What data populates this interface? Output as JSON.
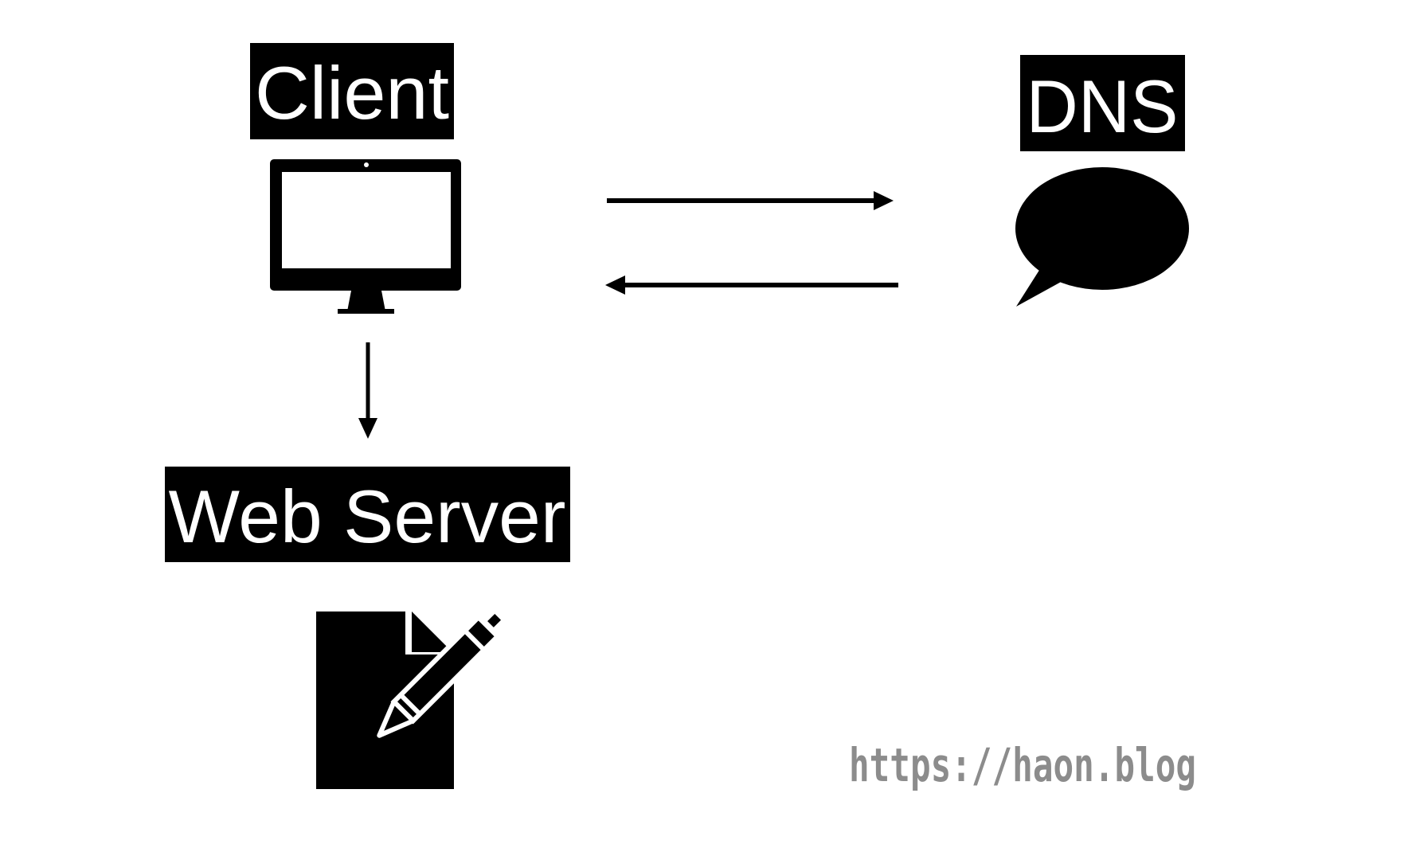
{
  "nodes": {
    "client": {
      "label": "Client",
      "icon": "monitor-icon"
    },
    "dns": {
      "label": "DNS",
      "icon": "speech-bubble-icon"
    },
    "web_server": {
      "label": "Web Server",
      "icon": "document-edit-icon"
    }
  },
  "edges": [
    {
      "from": "client",
      "to": "dns"
    },
    {
      "from": "dns",
      "to": "client"
    },
    {
      "from": "client",
      "to": "web_server"
    }
  ],
  "watermark": {
    "text": "https://haon.blog"
  },
  "colors": {
    "label_background": "#000000",
    "label_text": "#ffffff",
    "icon_fill": "#000000",
    "watermark_text": "#8c8c8c",
    "background": "#ffffff"
  }
}
